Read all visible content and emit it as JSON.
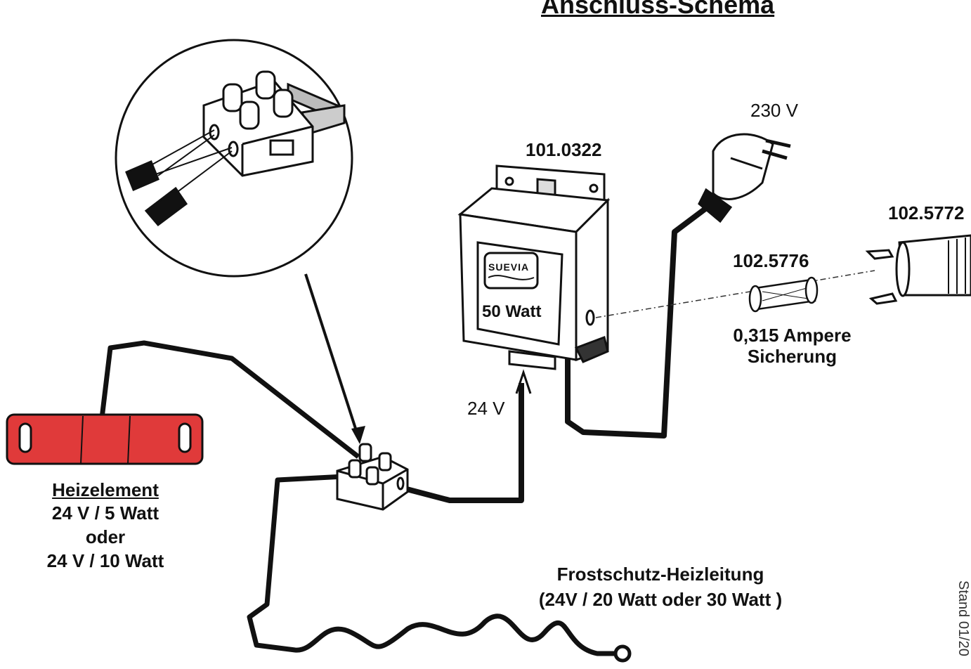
{
  "title": "Anschluss-Schema",
  "labels": {
    "transformer_part": "101.0322",
    "transformer_power": "50 Watt",
    "transformer_brand": "SUEVIA",
    "mains_voltage": "230 V",
    "low_voltage": "24 V",
    "fuse_part": "102.5776",
    "fuse_holder_part": "102.5772",
    "fuse_rating": "0,315 Ampere",
    "fuse_name": "Sicherung",
    "heater_name": "Heizelement",
    "heater_spec_1": "24 V / 5 Watt",
    "heater_or": "oder",
    "heater_spec_2": "24 V / 10 Watt",
    "cable_name": "Frostschutz-Heizleitung",
    "cable_spec": "(24V / 20 Watt oder 30 Watt )",
    "stand": "Stand 01/20"
  },
  "colors": {
    "heater_fill": "#e03a3a",
    "line": "#111111"
  },
  "icons": [
    "terminal-block-icon",
    "transformer-icon",
    "mains-plug-icon",
    "fuse-icon",
    "fuse-holder-icon",
    "heater-element-icon"
  ]
}
